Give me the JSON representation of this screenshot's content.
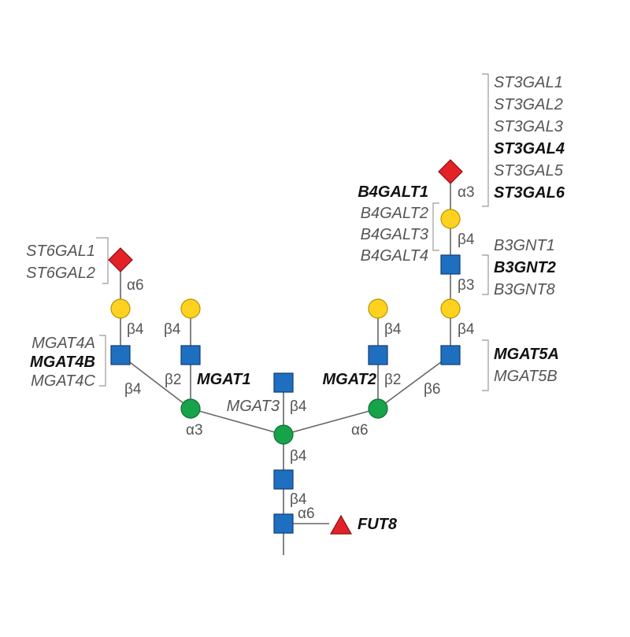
{
  "colors": {
    "mannose": "#17a34a",
    "galactose": "#ffd21f",
    "glcnac": "#1f6fc0",
    "sialic_acid": "#e32228",
    "fucose": "#e32228"
  },
  "enzymes": {
    "st3gal": [
      {
        "name": "ST3GAL1",
        "bold": false
      },
      {
        "name": "ST3GAL2",
        "bold": false
      },
      {
        "name": "ST3GAL3",
        "bold": false
      },
      {
        "name": "ST3GAL4",
        "bold": true
      },
      {
        "name": "ST3GAL5",
        "bold": false
      },
      {
        "name": "ST3GAL6",
        "bold": true
      }
    ],
    "b4galt": [
      {
        "name": "B4GALT1",
        "bold": true
      },
      {
        "name": "B4GALT2",
        "bold": false
      },
      {
        "name": "B4GALT3",
        "bold": false
      },
      {
        "name": "B4GALT4",
        "bold": false
      }
    ],
    "b3gnt": [
      {
        "name": "B3GNT1",
        "bold": false
      },
      {
        "name": "B3GNT2",
        "bold": true
      },
      {
        "name": "B3GNT8",
        "bold": false
      }
    ],
    "st6gal": [
      {
        "name": "ST6GAL1",
        "bold": false
      },
      {
        "name": "ST6GAL2",
        "bold": false
      }
    ],
    "mgat4": [
      {
        "name": "MGAT4A",
        "bold": false
      },
      {
        "name": "MGAT4B",
        "bold": true
      },
      {
        "name": "MGAT4C",
        "bold": false
      }
    ],
    "mgat5": [
      {
        "name": "MGAT5A",
        "bold": true
      },
      {
        "name": "MGAT5B",
        "bold": false
      }
    ],
    "mgat1": {
      "name": "MGAT1",
      "bold": true
    },
    "mgat2": {
      "name": "MGAT2",
      "bold": true
    },
    "mgat3": {
      "name": "MGAT3",
      "bold": false
    },
    "fut8": {
      "name": "FUT8",
      "bold": true
    }
  },
  "linkages": {
    "a3_sia": "α3",
    "b4_gal_right": "β4",
    "b3_glcnac_right": "β3",
    "b4_gal_right_lower": "β4",
    "a6_sia_left": "α6",
    "b4_gal_left": "β4",
    "b4_gal_mid_left": "β4",
    "b4_gal_mid_right": "β4",
    "b4_branch_left": "β4",
    "b2_mgat1": "β2",
    "b2_mgat2": "β2",
    "b6_branch_right": "β6",
    "a3_core": "α3",
    "a6_core": "α6",
    "b4_bisect": "β4",
    "b4_core_upper": "β4",
    "b4_core_lower": "β4",
    "a6_fucose": "α6"
  }
}
